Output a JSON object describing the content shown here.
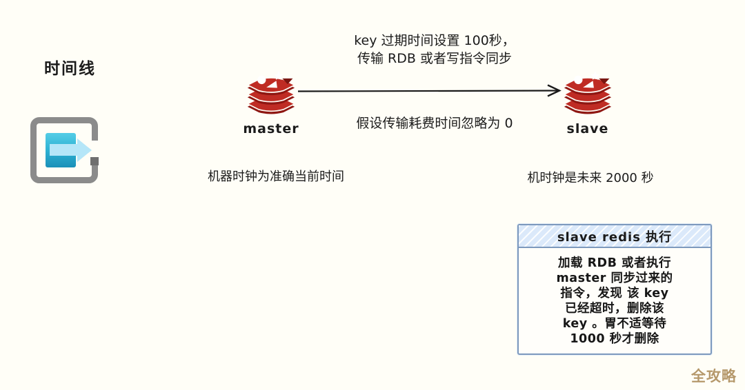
{
  "page": {
    "background": "#FFFEF7"
  },
  "timeline": {
    "label": "时间线"
  },
  "annotations": {
    "arrow_top_line1": "key 过期时间设置 100秒，",
    "arrow_top_line2": "传输 RDB 或者写指令同步",
    "arrow_bottom": "假设传输耗费时间忽略为 0"
  },
  "nodes": {
    "master": {
      "label": "master",
      "note": "机器时钟为准确当前时间"
    },
    "slave": {
      "label": "slave",
      "note": "机时钟是未来 2000 秒"
    }
  },
  "callout": {
    "title": "slave redis 执行",
    "body_lines": [
      "加载 RDB 或者执行",
      "master 同步过来的",
      "指令，发现 该 key",
      "已经超时，删除该",
      "key 。胃不适等待",
      "1000 秒才删除"
    ]
  },
  "watermark": {
    "text": "全攻略"
  },
  "colors": {
    "background": "#FFFEF7",
    "redis_red": "#BF2C24",
    "redis_dark_red": "#8E1712",
    "arrow_black": "#1A1A1A",
    "callout_border": "#7D99BD",
    "callout_header_bg": "#DBE9FA",
    "watermark_gold": "#B5986B",
    "icon_frame_gray": "#8B8B8B",
    "icon_blue_gradient_top": "#55CDE6",
    "icon_blue_gradient_bottom": "#1A90B8",
    "icon_arrow_light_blue": "#B5E6F8"
  }
}
